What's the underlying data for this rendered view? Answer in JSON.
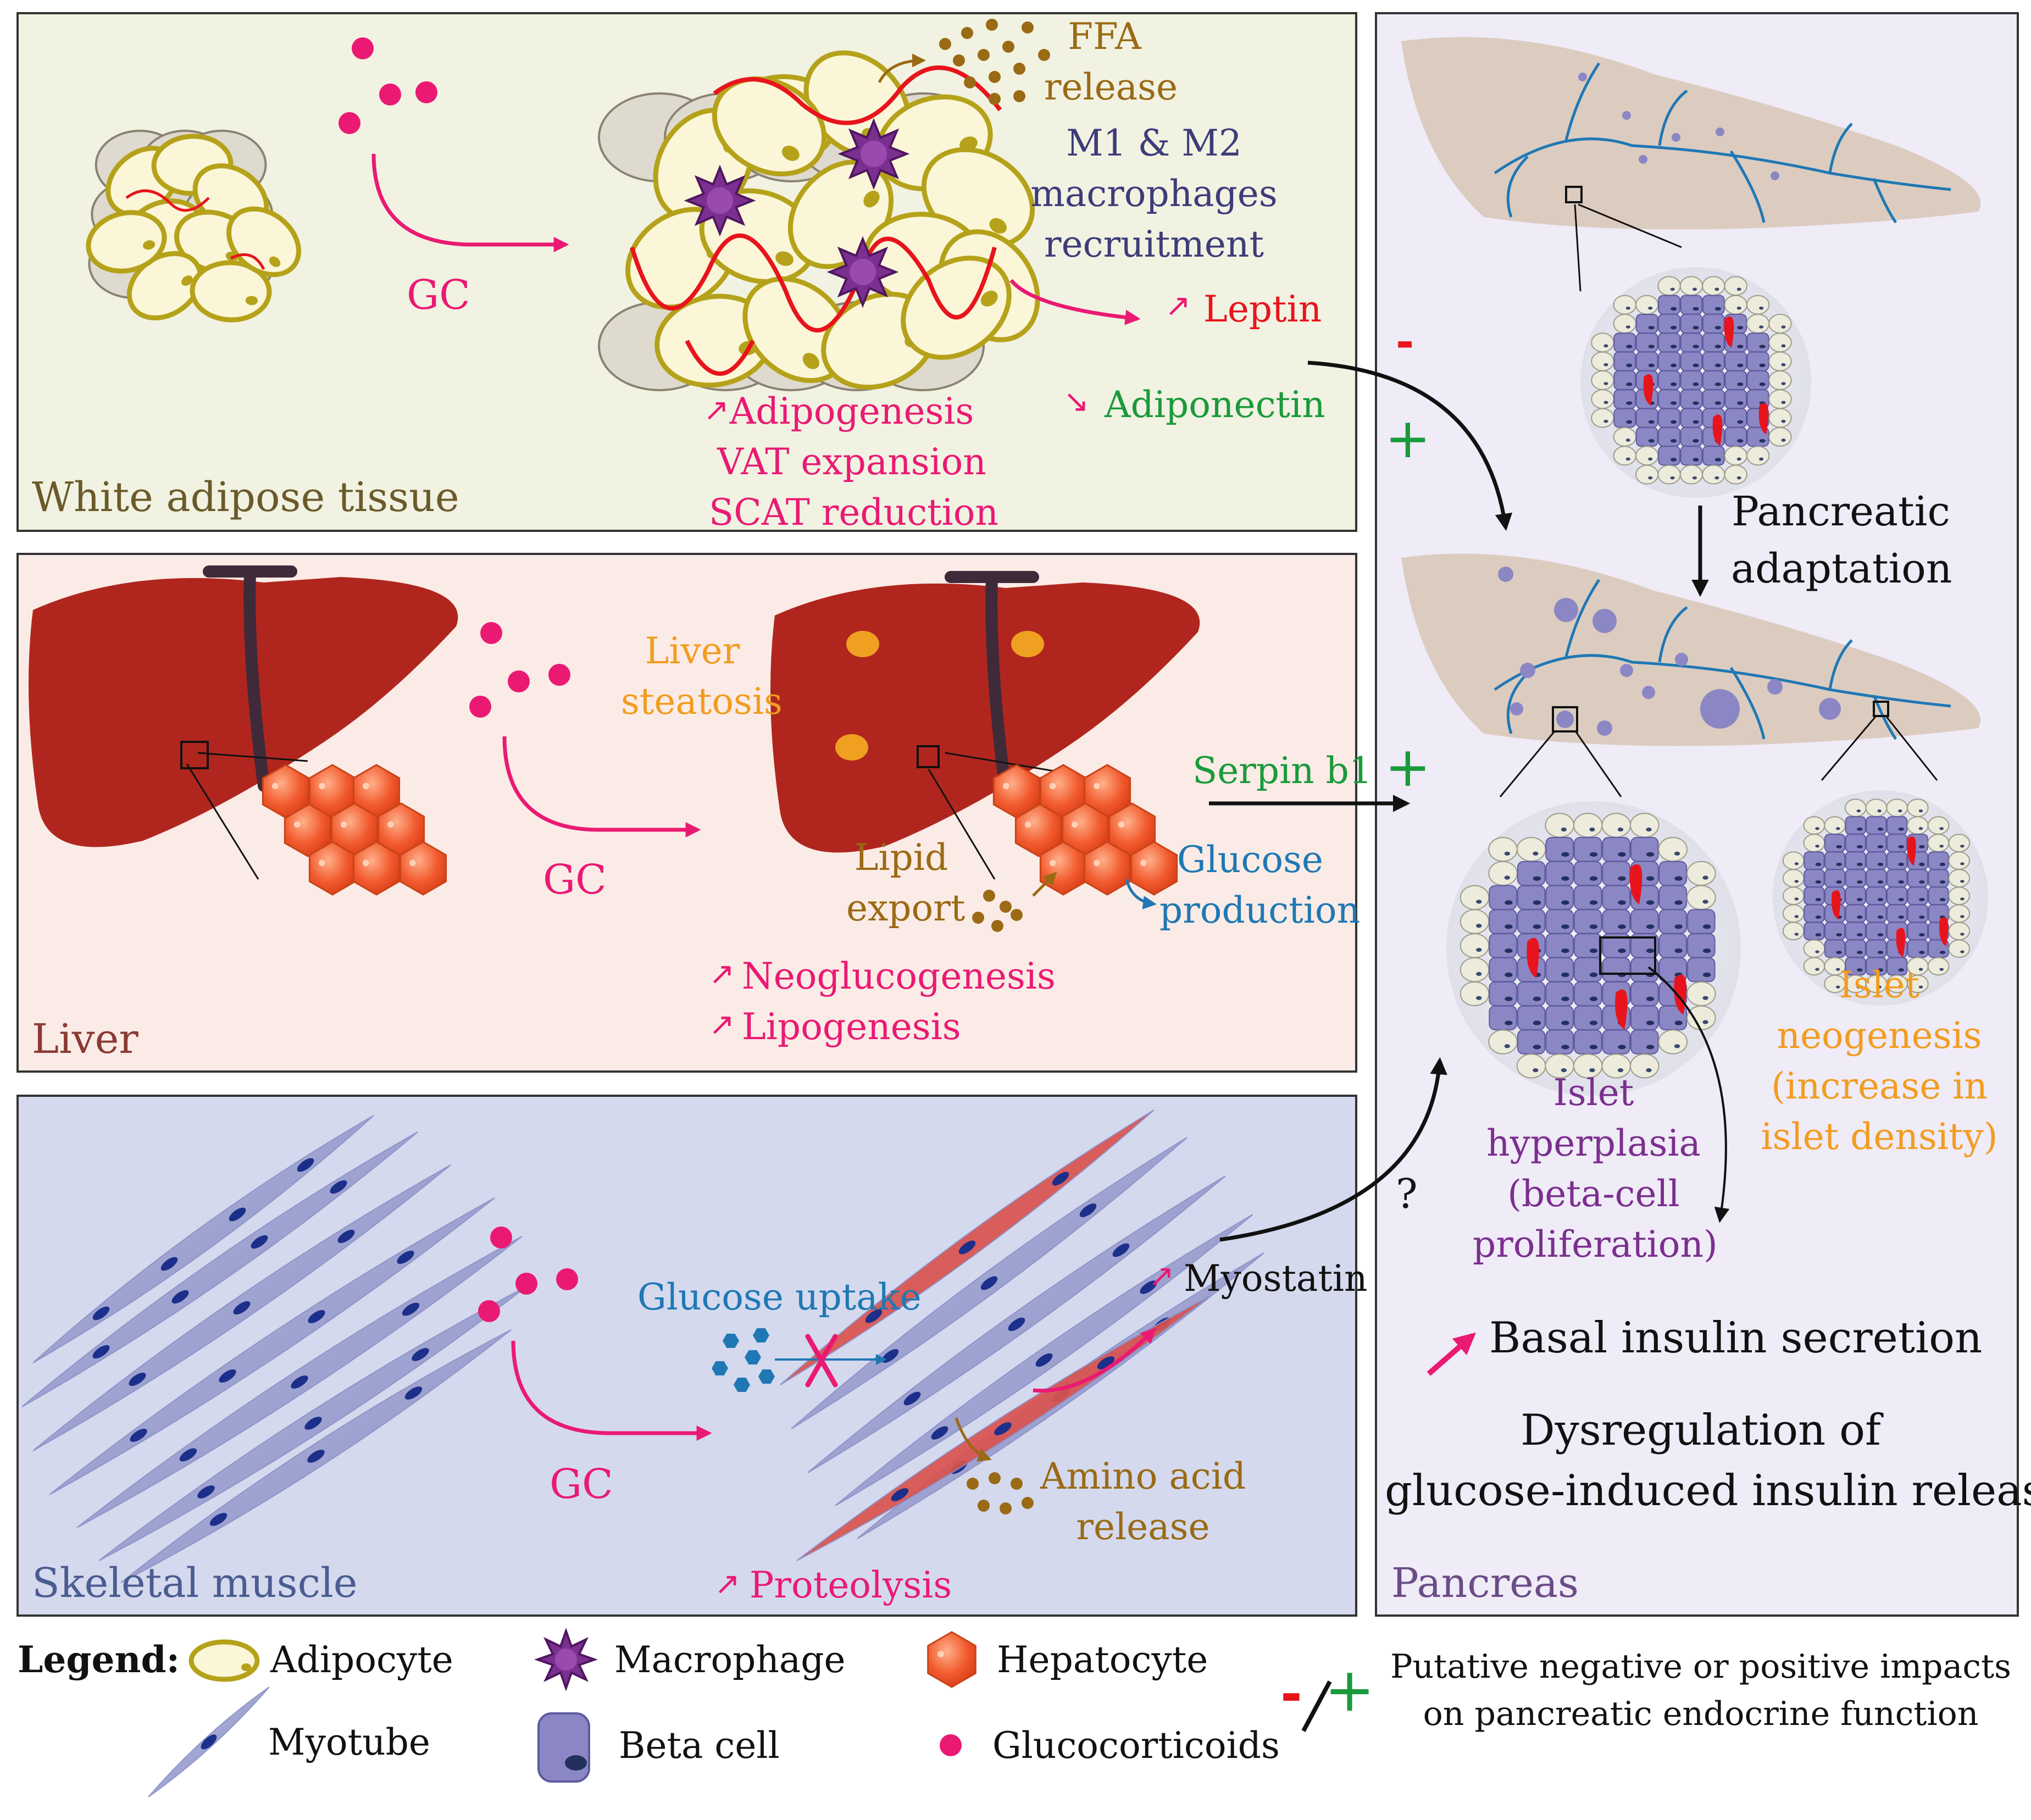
{
  "colors": {
    "pink": "#ea1a73",
    "red": "#e8141c",
    "green": "#1a9a3c",
    "orange": "#f29c1f",
    "blue": "#1f78b4",
    "brown": "#9a6a14",
    "navy": "#3d3c7a",
    "purple": "#7b2f8e",
    "gold": "#b5a21a",
    "panel_wat": "#f1f2e2",
    "panel_liver": "#fbebe6",
    "panel_muscle": "#d4d9ee",
    "panel_pancreas": "#efebf7",
    "liver": "#b0261e",
    "pancreas": "#dcccc0",
    "beta": "#8b87c4"
  },
  "panels": {
    "wat": {
      "label": "White adipose tissue"
    },
    "liver": {
      "label": "Liver"
    },
    "muscle": {
      "label": "Skeletal muscle"
    },
    "pancreas": {
      "label": "Pancreas"
    }
  },
  "wat": {
    "gc": "GC",
    "ffa": [
      "FFA",
      "release"
    ],
    "macrophages": [
      "M1 & M2",
      "macrophages",
      "recruitment"
    ],
    "leptin": "Leptin",
    "adiponectin": "Adiponectin",
    "effects": [
      "Adipogenesis",
      "VAT expansion",
      "SCAT reduction"
    ],
    "sign_minus": "-",
    "sign_plus": "+"
  },
  "liver": {
    "gc": "GC",
    "steatosis": [
      "Liver",
      "steatosis"
    ],
    "lipid_export": [
      "Lipid",
      "export"
    ],
    "glucose_production": [
      "Glucose",
      "production"
    ],
    "serpin": "Serpin b1",
    "sign_plus": "+",
    "effects": [
      "Neoglucogenesis",
      "Lipogenesis"
    ]
  },
  "muscle": {
    "gc": "GC",
    "glucose_uptake": "Glucose uptake",
    "amino": [
      "Amino acid",
      "release"
    ],
    "myostatin": "Myostatin",
    "question": "?",
    "proteolysis": "Proteolysis"
  },
  "pancreas": {
    "adaptation": [
      "Pancreatic",
      "adaptation"
    ],
    "hyperplasia": [
      "Islet",
      "hyperplasia",
      "(beta-cell",
      "proliferation)"
    ],
    "neogenesis": [
      "Islet",
      "neogenesis",
      "(increase in",
      "islet density)"
    ],
    "basal": "Basal insulin secretion",
    "dysregulation": [
      "Dysregulation of",
      "glucose-induced insulin release"
    ]
  },
  "legend": {
    "title": "Legend:",
    "adipocyte": "Adipocyte",
    "macrophage": "Macrophage",
    "hepatocyte": "Hepatocyte",
    "myotube": "Myotube",
    "beta_cell": "Beta cell",
    "glucocorticoids": "Glucocorticoids",
    "minus": "-",
    "plus": "+",
    "impacts": [
      "Putative negative or positive impacts",
      "on pancreatic endocrine function"
    ]
  }
}
